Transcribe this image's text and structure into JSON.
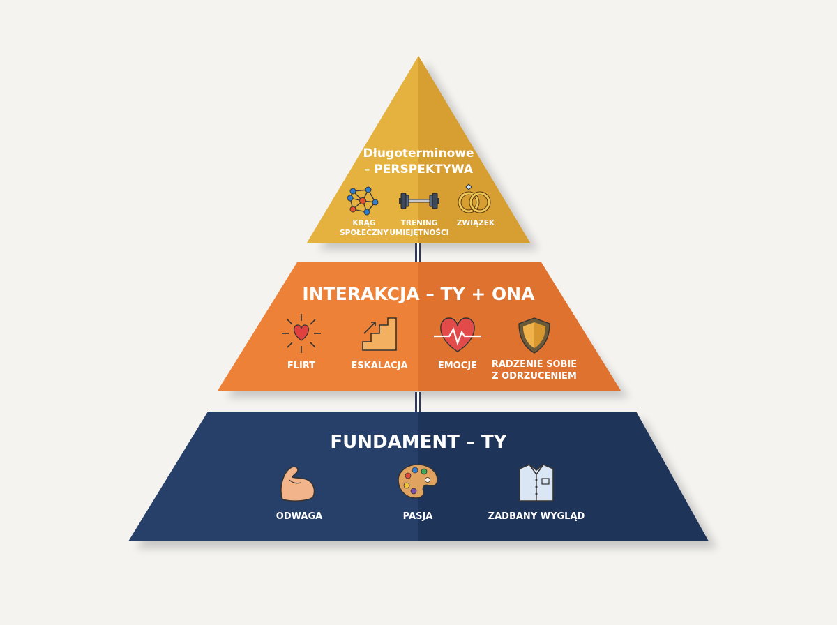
{
  "colors": {
    "background": "#f4f3f0",
    "top_tier": "#e0a93a",
    "middle_tier": "#e97a33",
    "base_tier": "#253a63",
    "label_text": "#ffffff"
  },
  "tiers": {
    "top": {
      "title_line1": "Długoterminowe",
      "title_line2": "– PERSPEKTYWA",
      "items": [
        {
          "icon": "network-icon",
          "label_line1": "KRĄG",
          "label_line2": "SPOŁECZNY"
        },
        {
          "icon": "dumbbell-icon",
          "label_line1": "TRENING",
          "label_line2": "UMIEJĘTNOŚCI"
        },
        {
          "icon": "rings-icon",
          "label_line1": "ZWIĄZEK",
          "label_line2": ""
        }
      ]
    },
    "middle": {
      "title": "INTERAKCJA – TY + ONA",
      "items": [
        {
          "icon": "heart-sparkle-icon",
          "label_line1": "FLIRT",
          "label_line2": ""
        },
        {
          "icon": "stairs-icon",
          "label_line1": "ESKALACJA",
          "label_line2": ""
        },
        {
          "icon": "heartbeat-icon",
          "label_line1": "EMOCJE",
          "label_line2": ""
        },
        {
          "icon": "shield-icon",
          "label_line1": "RADZENIE SOBIE",
          "label_line2": "Z ODRZUCENIEM"
        }
      ]
    },
    "base": {
      "title": "FUNDAMENT – TY",
      "items": [
        {
          "icon": "flexed-arm-icon",
          "label_line1": "ODWAGA",
          "label_line2": ""
        },
        {
          "icon": "palette-icon",
          "label_line1": "PASJA",
          "label_line2": ""
        },
        {
          "icon": "shirt-icon",
          "label_line1": "ZADBANY WYGLĄD",
          "label_line2": ""
        }
      ]
    }
  }
}
